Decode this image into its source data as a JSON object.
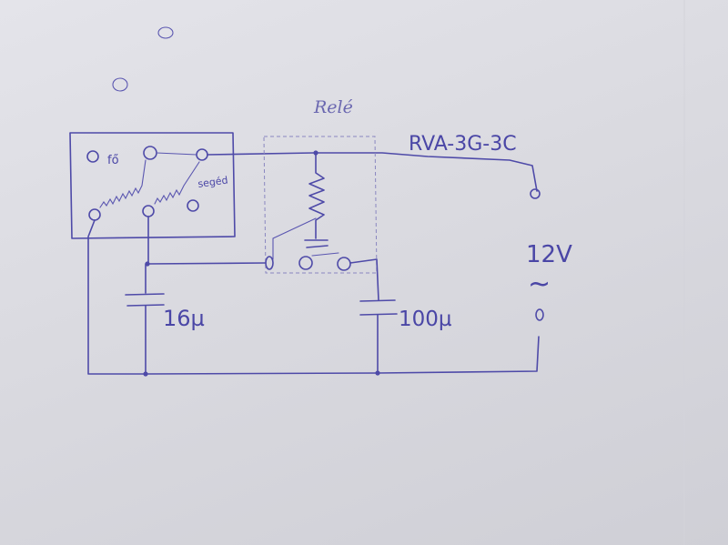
{
  "labels": {
    "relay_title": "Relé",
    "relay_model": "RVA-3G-3C",
    "voltage": "12V",
    "ac_symbol": "~",
    "switch_position_1": "fő",
    "switch_position_2": "segéd",
    "capacitor_1": "16µ",
    "capacitor_2": "100µ"
  },
  "colors": {
    "ink": "#4e4aa8",
    "paper": "#dedee4"
  }
}
